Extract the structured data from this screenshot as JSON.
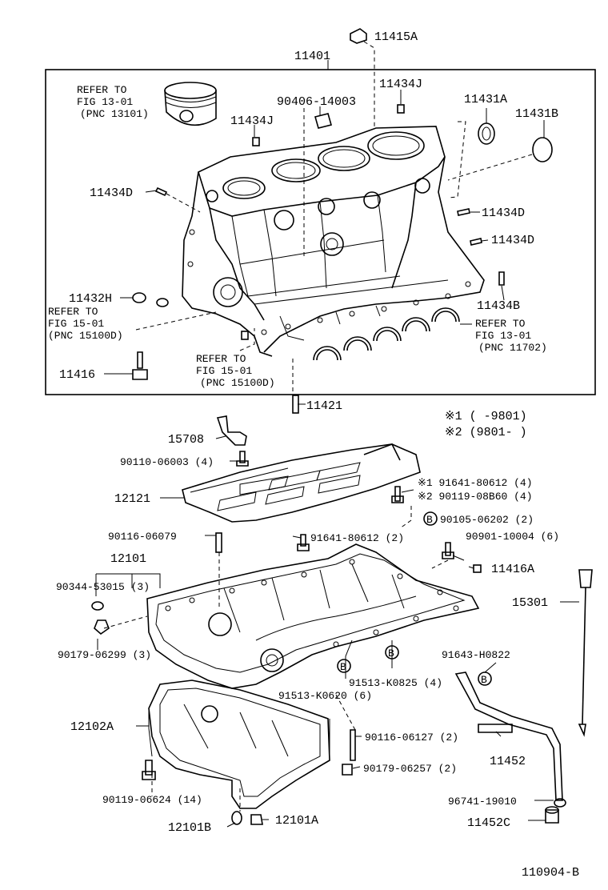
{
  "diagram_id": "110904-B",
  "note_legend": {
    "n1": "※1 (      -9801)",
    "n2": "※2 (9801-      )"
  },
  "block_assembly": {
    "part": "11401",
    "refers": [
      {
        "l1": "REFER TO",
        "l2": "FIG 13-01",
        "l3": "(PNC 13101)"
      },
      {
        "l1": "REFER TO",
        "l2": "FIG 15-01",
        "l3": "(PNC 15100D)"
      },
      {
        "l1": "REFER TO",
        "l2": "FIG 15-01",
        "l3": "(PNC 15100D)"
      },
      {
        "l1": "REFER TO",
        "l2": "FIG 13-01",
        "l3": "(PNC 11702)"
      }
    ]
  },
  "labels": {
    "p11415A": "11415A",
    "p11401": "11401",
    "p11434J_a": "11434J",
    "p90406": "90406-14003",
    "p11431A": "11431A",
    "p11431B": "11431B",
    "p11434J_b": "11434J",
    "p11434D_a": "11434D",
    "p11434D_b": "11434D",
    "p11434D_c": "11434D",
    "p11432H": "11432H",
    "p11434B": "11434B",
    "p11416": "11416",
    "p11421": "11421",
    "p15708": "15708",
    "p90110": "90110-06003 (4)",
    "p12121": "12121",
    "p91641_a": "※1 91641-80612 (4)",
    "p90119_a": "※2 90119-08B60 (4)",
    "p90105": "90105-06202 (2)",
    "p90116_a": "90116-06079",
    "p91641_b": "91641-80612 (2)",
    "p90901": "90901-10004 (6)",
    "p12101": "12101",
    "p11416A": "11416A",
    "p90344": "90344-53015 (3)",
    "p15301": "15301",
    "p91643": "91643-H0822",
    "p90179_a": "90179-06299 (3)",
    "p91513_a": "91513-K0825 (4)",
    "p91513_b": "91513-K0620 (6)",
    "p12102A": "12102A",
    "p90116_b": "90116-06127 (2)",
    "p11452": "11452",
    "p90179_b": "90179-06257 (2)",
    "p90119_b": "90119-06624 (14)",
    "p96741": "96741-19010",
    "p12101B": "12101B",
    "p12101A": "12101A",
    "p11452C": "11452C"
  },
  "markers": {
    "b": "B"
  }
}
